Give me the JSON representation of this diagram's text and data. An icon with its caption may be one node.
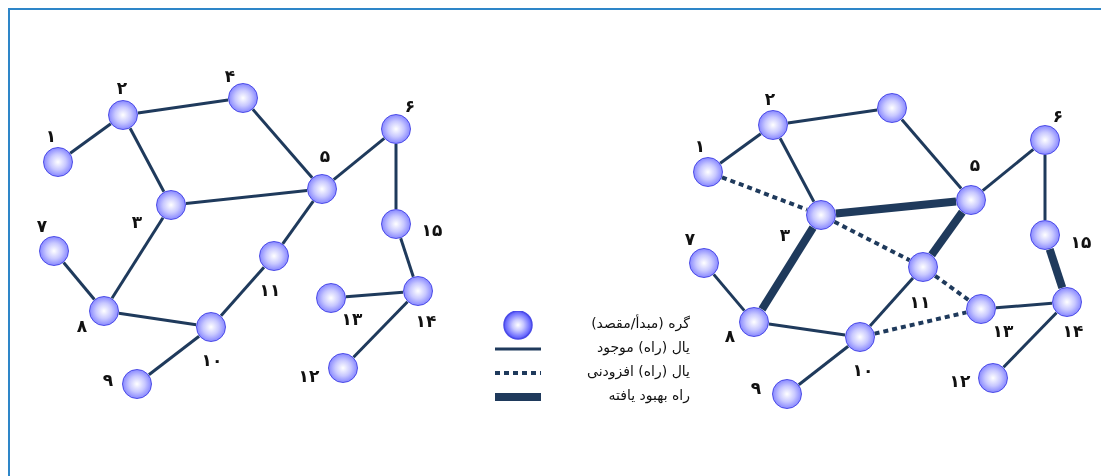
{
  "diagram": {
    "nodes": [
      {
        "text": [],
        "shape": "circle",
        "beside": [
          "۱"
        ]
      },
      {
        "text": [],
        "shape": "circle",
        "beside": [
          "۲"
        ]
      },
      {
        "text": [],
        "shape": "circle",
        "beside": [
          "۳"
        ]
      },
      {
        "text": [],
        "shape": "circle",
        "beside": [
          "۴"
        ]
      },
      {
        "text": [],
        "shape": "circle",
        "beside": [
          "۵"
        ]
      },
      {
        "text": [],
        "shape": "circle",
        "beside": [
          "۶"
        ]
      },
      {
        "text": [],
        "shape": "circle",
        "beside": [
          "۷"
        ]
      },
      {
        "text": [],
        "shape": "circle",
        "beside": [
          "۸"
        ]
      },
      {
        "text": [],
        "shape": "circle",
        "beside": [
          "۹"
        ]
      },
      {
        "text": [],
        "shape": "circle",
        "beside": [
          "۱۰"
        ]
      },
      {
        "text": [],
        "shape": "circle",
        "beside": [
          "۱۱"
        ]
      },
      {
        "text": [],
        "shape": "circle",
        "beside": [
          "۱۲"
        ]
      },
      {
        "text": [],
        "shape": "circle",
        "beside": [
          "۱۳"
        ]
      },
      {
        "text": [],
        "shape": "circle",
        "beside": [
          "۱۴"
        ]
      },
      {
        "text": [],
        "shape": "circle",
        "beside": [
          "۱۵"
        ]
      },
      {
        "text": [],
        "shape": "circle",
        "beside": [
          "۱"
        ]
      },
      {
        "text": [],
        "shape": "circle",
        "beside": [
          "۲"
        ]
      },
      {
        "text": [],
        "shape": "circle",
        "beside": [
          "۳"
        ]
      },
      {
        "text": [],
        "shape": "circle"
      },
      {
        "text": [],
        "shape": "circle",
        "beside": [
          "۵"
        ]
      },
      {
        "text": [],
        "shape": "circle",
        "beside": [
          "۶"
        ]
      },
      {
        "text": [],
        "shape": "circle",
        "beside": [
          "۷"
        ]
      },
      {
        "text": [],
        "shape": "circle",
        "beside": [
          "۸"
        ]
      },
      {
        "text": [],
        "shape": "circle",
        "beside": [
          "۹"
        ]
      },
      {
        "text": [],
        "shape": "circle",
        "beside": [
          "۱۰"
        ]
      },
      {
        "text": [],
        "shape": "circle",
        "beside": [
          "۱۱"
        ]
      },
      {
        "text": [],
        "shape": "circle",
        "beside": [
          "۱۲"
        ]
      },
      {
        "text": [],
        "shape": "circle",
        "beside": [
          "۱۳"
        ]
      },
      {
        "text": [],
        "shape": "circle",
        "beside": [
          "۱۴"
        ]
      },
      {
        "text": [],
        "shape": "circle",
        "beside": [
          "۱۵"
        ]
      }
    ],
    "edges": [
      {
        "from": 0,
        "to": 1,
        "arrow": "none"
      },
      {
        "from": 1,
        "to": 3,
        "arrow": "none"
      },
      {
        "from": 1,
        "to": 2,
        "arrow": "none"
      },
      {
        "from": 3,
        "to": 4,
        "arrow": "none"
      },
      {
        "from": 2,
        "to": 4,
        "arrow": "none"
      },
      {
        "from": 4,
        "to": 5,
        "arrow": "none"
      },
      {
        "from": 5,
        "to": 14,
        "arrow": "none"
      },
      {
        "from": 14,
        "to": 13,
        "arrow": "none"
      },
      {
        "from": 13,
        "to": 12,
        "arrow": "none"
      },
      {
        "from": 13,
        "to": 11,
        "arrow": "none"
      },
      {
        "from": 4,
        "to": 10,
        "arrow": "none"
      },
      {
        "from": 10,
        "to": 9,
        "arrow": "none"
      },
      {
        "from": 2,
        "to": 7,
        "arrow": "none"
      },
      {
        "from": 6,
        "to": 7,
        "arrow": "none"
      },
      {
        "from": 7,
        "to": 9,
        "arrow": "none"
      },
      {
        "from": 9,
        "to": 8,
        "arrow": "none"
      },
      {
        "from": 15,
        "to": 16,
        "arrow": "none"
      },
      {
        "from": 16,
        "to": 18,
        "arrow": "none"
      },
      {
        "from": 16,
        "to": 17,
        "arrow": "none"
      },
      {
        "from": 18,
        "to": 19,
        "arrow": "none"
      },
      {
        "from": 17,
        "to": 19,
        "arrow": "none",
        "style": "thick"
      },
      {
        "from": 19,
        "to": 20,
        "arrow": "none"
      },
      {
        "from": 20,
        "to": 29,
        "arrow": "none"
      },
      {
        "from": 29,
        "to": 28,
        "arrow": "none",
        "style": "thick"
      },
      {
        "from": 28,
        "to": 27,
        "arrow": "none"
      },
      {
        "from": 28,
        "to": 26,
        "arrow": "none"
      },
      {
        "from": 19,
        "to": 25,
        "arrow": "none",
        "style": "thick"
      },
      {
        "from": 25,
        "to": 24,
        "arrow": "none"
      },
      {
        "from": 17,
        "to": 22,
        "arrow": "none",
        "style": "thick"
      },
      {
        "from": 21,
        "to": 22,
        "arrow": "none"
      },
      {
        "from": 22,
        "to": 24,
        "arrow": "none"
      },
      {
        "from": 24,
        "to": 23,
        "arrow": "none"
      },
      {
        "from": 15,
        "to": 17,
        "arrow": "none",
        "style": "dashed"
      },
      {
        "from": 17,
        "to": 25,
        "arrow": "none",
        "style": "dashed"
      },
      {
        "from": 25,
        "to": 27,
        "arrow": "none",
        "style": "dashed"
      },
      {
        "from": 24,
        "to": 27,
        "arrow": "none",
        "style": "dashed"
      }
    ],
    "legend": [
      {
        "text": "گره (مبدأ/مقصد)"
      },
      {
        "text": "یال (راه) موجود"
      },
      {
        "text": "یال (راه) افزودنی"
      },
      {
        "text": "راه بهبود یافته"
      }
    ]
  }
}
